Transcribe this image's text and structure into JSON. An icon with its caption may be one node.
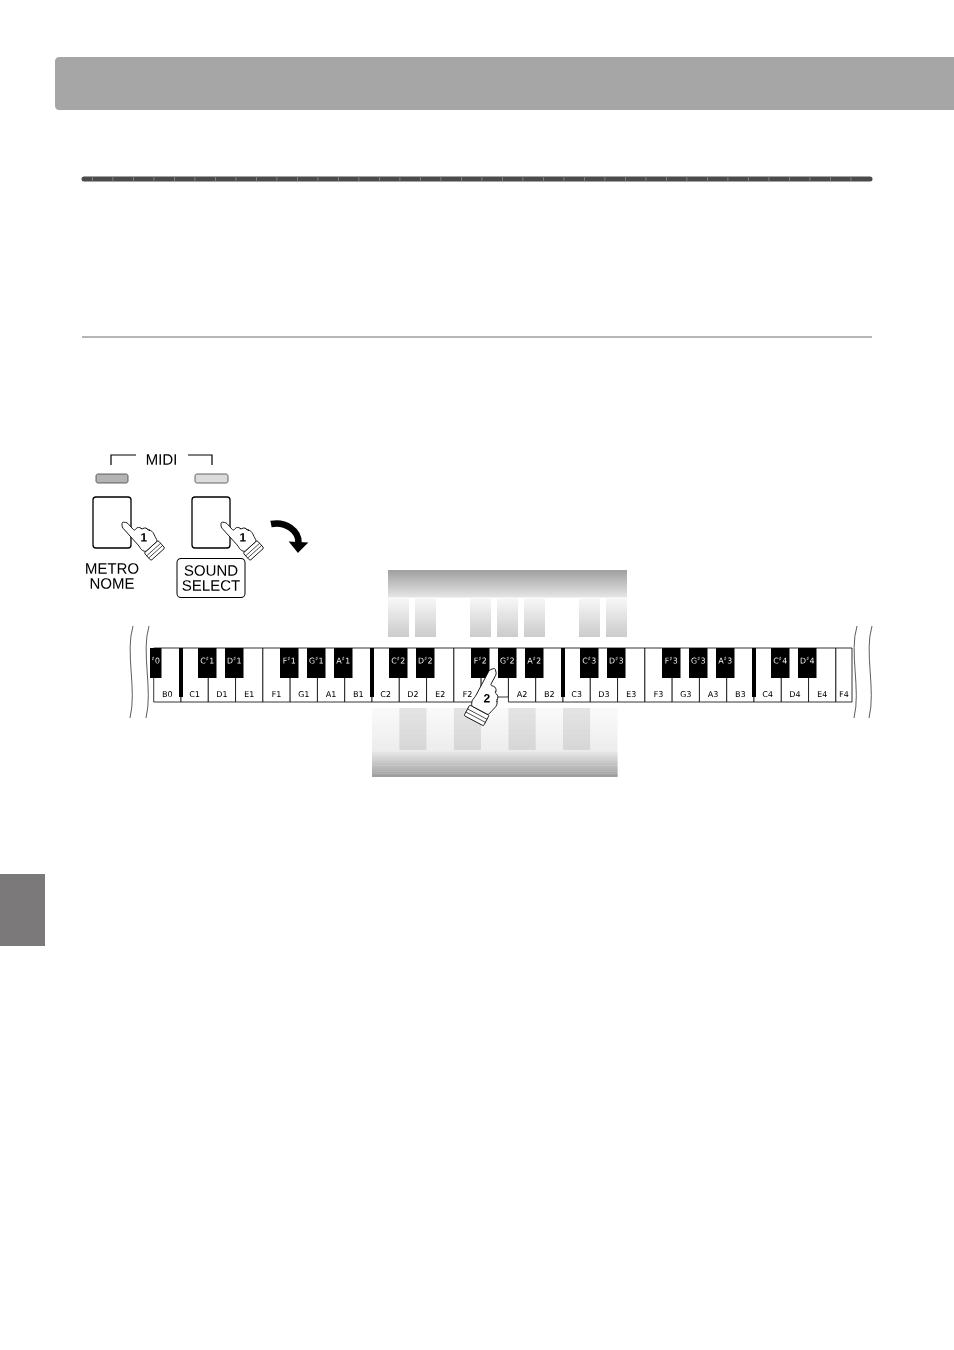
{
  "diagram": {
    "nodes": [
      {
        "text": [
          "METRO NOME"
        ]
      },
      {
        "text": [
          "SOUND SELECT"
        ]
      },
      {
        "text": [
          "$^{♯}$0"
        ]
      },
      {
        "text": [
          "C$^{♯}$1"
        ]
      },
      {
        "text": [
          "D$^{♯}$1"
        ]
      },
      {
        "text": [
          "F$^{♯}$1"
        ]
      },
      {
        "text": [
          "G$^{♯}$1"
        ]
      },
      {
        "text": [
          "A$^{♯}$1"
        ]
      },
      {
        "text": [
          "C$^{♯}$2"
        ]
      },
      {
        "text": [
          "D$^{♯}$2"
        ]
      },
      {
        "text": [
          "F$^{♯}$2"
        ]
      },
      {
        "text": [
          "G$^{♯}$2"
        ]
      },
      {
        "text": [
          "A$^{♯}$2"
        ]
      },
      {
        "text": [
          "C$^{♯}$3"
        ]
      },
      {
        "text": [
          "D$^{♯}$3"
        ]
      },
      {
        "text": [
          "F$^{♯}$3"
        ]
      },
      {
        "text": [
          "G$^{♯}$3"
        ]
      },
      {
        "text": [
          "A$^{♯}$3"
        ]
      },
      {
        "text": [
          "C$^{♯}$4"
        ]
      },
      {
        "text": [
          "D$^{♯}$4"
        ]
      },
      {
        "text": [
          "B0"
        ]
      },
      {
        "text": [
          "C1"
        ]
      },
      {
        "text": [
          "D1"
        ]
      },
      {
        "text": [
          "E1"
        ]
      },
      {
        "text": [
          "F1"
        ]
      },
      {
        "text": [
          "G1"
        ]
      },
      {
        "text": [
          "A1"
        ]
      },
      {
        "text": [
          "B1"
        ]
      },
      {
        "text": [
          "C2"
        ]
      },
      {
        "text": [
          "D2"
        ]
      },
      {
        "text": [
          "E2"
        ]
      },
      {
        "text": [
          "F2"
        ]
      },
      {
        "text": [],
        "shape": "box"
      },
      {
        "text": [
          "A2"
        ]
      },
      {
        "text": [
          "B2"
        ]
      },
      {
        "text": [
          "C3"
        ]
      },
      {
        "text": [
          "D3"
        ]
      },
      {
        "text": [
          "E3"
        ]
      },
      {
        "text": [
          "F3"
        ]
      },
      {
        "text": [
          "G3"
        ]
      },
      {
        "text": [
          "A3"
        ]
      },
      {
        "text": [
          "B3"
        ]
      },
      {
        "text": [
          "C4"
        ]
      },
      {
        "text": [
          "D4"
        ]
      },
      {
        "text": [
          "E4"
        ]
      },
      {
        "text": [
          "F4"
        ]
      }
    ],
    "labels": [
      "MIDI",
      "1",
      "1",
      "2"
    ]
  }
}
